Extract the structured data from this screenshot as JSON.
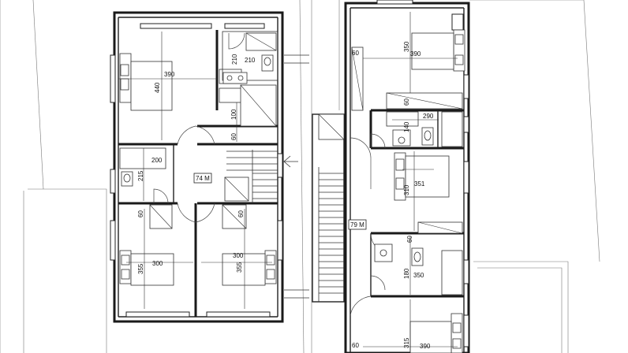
{
  "labels": {
    "left_area": "74 M",
    "right_area": "79 M",
    "l_bed1_w": "390",
    "l_bed1_h": "440",
    "l_bath_w": "210",
    "l_bath_h": "210",
    "l_hall_100": "100",
    "l_hall_60a": "60",
    "l_wc_200": "200",
    "l_wc_215": "215",
    "l_bed2_w": "300",
    "l_bed2_h": "355",
    "l_bed2_60": "60",
    "l_bed3_w": "300",
    "l_bed3_h": "355",
    "l_bed3_60": "60",
    "r_top_60": "60",
    "r_top_350": "350",
    "r_top_390": "390",
    "r_mid_60": "60",
    "r_bath_290": "290",
    "r_bath_140": "140",
    "r_bed_310": "310",
    "r_bed_351": "351",
    "r_mid_60b": "60",
    "r_bath2_180": "180",
    "r_bath2_350": "350",
    "r_bot_60": "60",
    "r_bot_315": "315",
    "r_bot_390": "390"
  }
}
